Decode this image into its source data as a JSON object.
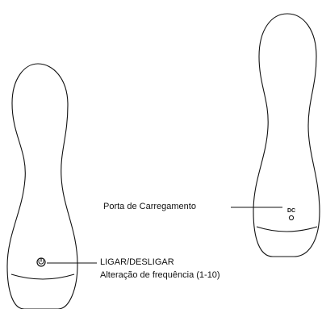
{
  "labels": {
    "charging_port": "Porta de Carregamento",
    "power": "LIGAR/DESLIGAR",
    "frequency": "Alteração de frequência (1-10)",
    "dc_mark": "DC"
  },
  "icons": {
    "power_button": "power-icon",
    "charging_socket": "dc-port-icon"
  }
}
